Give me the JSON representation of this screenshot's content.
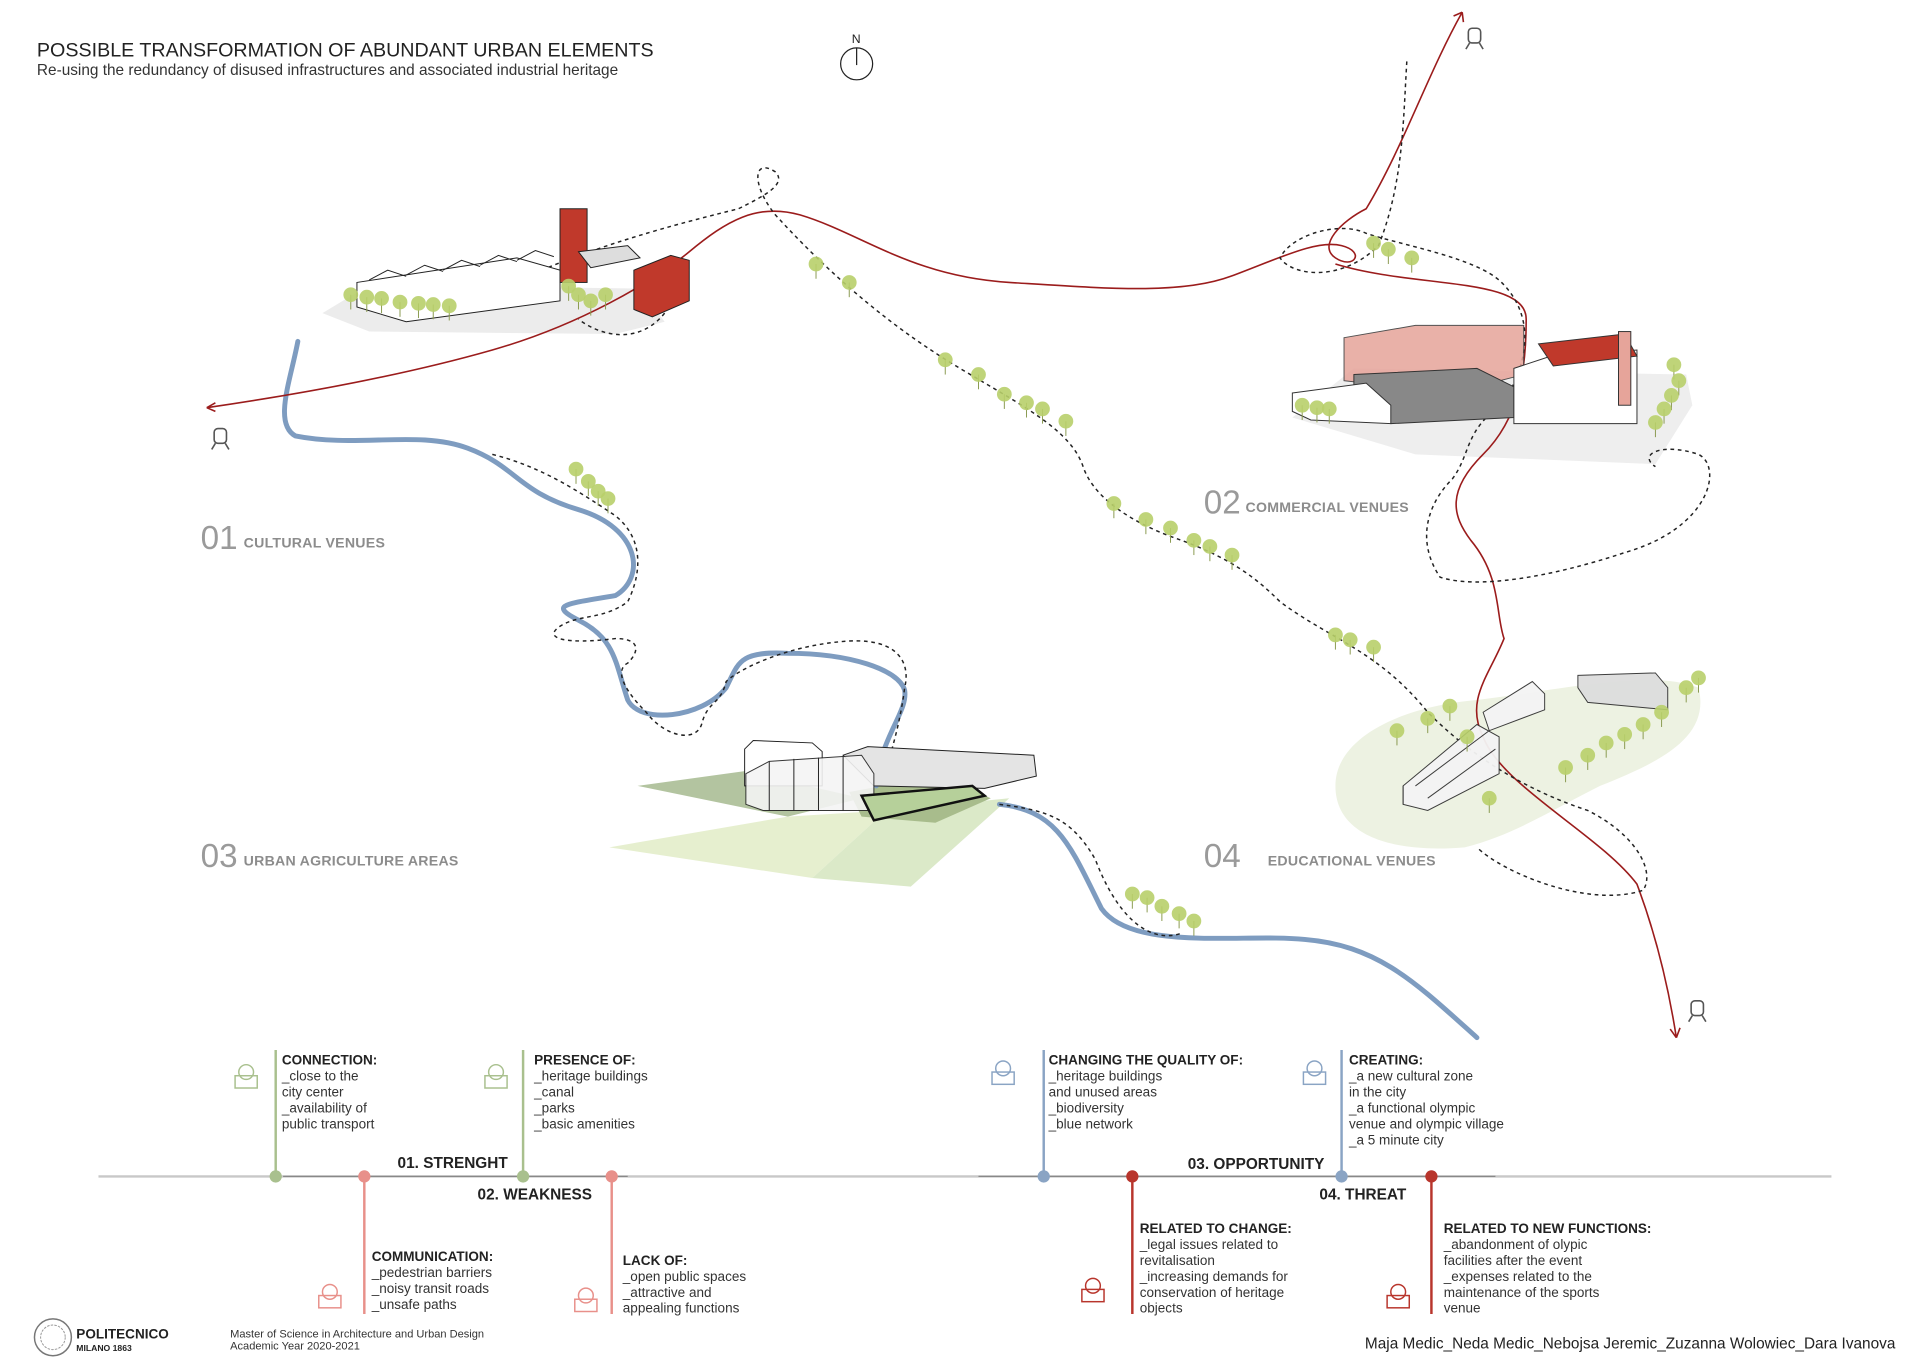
{
  "header": {
    "title": "POSSIBLE TRANSFORMATION OF ABUNDANT URBAN ELEMENTS",
    "subtitle": "Re-using the redundancy of disused infrastructures and associated industrial heritage",
    "north_label": "N"
  },
  "venues": [
    {
      "number": "01",
      "label": "CULTURAL VENUES"
    },
    {
      "number": "02",
      "label": "COMMERCIAL VENUES"
    },
    {
      "number": "03",
      "label": "URBAN AGRICULTURE AREAS"
    },
    {
      "number": "04",
      "label": "EDUCATIONAL VENUES"
    }
  ],
  "swot": {
    "sections": [
      "01. STRENGHT",
      "02. WEAKNESS",
      "03. OPPORTUNITY",
      "04. THREAT"
    ],
    "items": [
      {
        "heading": "CONNECTION:",
        "lines": [
          "_close to the",
          "city center",
          "_availability of",
          "public transport"
        ],
        "icon": "network-icon",
        "color": "#a9c08e"
      },
      {
        "heading": "COMMUNICATION:",
        "lines": [
          "_pedestrian barriers",
          "_noisy transit roads",
          "_unsafe paths"
        ],
        "icon": "pedestrian-barrier-icon",
        "color": "#e8908a"
      },
      {
        "heading": "PRESENCE OF:",
        "lines": [
          "_heritage buildings",
          "_canal",
          "_parks",
          "_basic amenities"
        ],
        "icon": "trees-icon",
        "color": "#a9c08e"
      },
      {
        "heading": "LACK OF:",
        "lines": [
          "_open public spaces",
          "_attractive and",
          "appealing functions"
        ],
        "icon": "buildings-icon",
        "color": "#e8908a"
      },
      {
        "heading": "CHANGING THE QUALITY OF:",
        "lines": [
          "_heritage buildings",
          "and unused areas",
          "_biodiversity",
          "_blue network"
        ],
        "icon": "globe-location-icon",
        "color": "#8aa4c4"
      },
      {
        "heading": "RELATED TO CHANGE:",
        "lines": [
          "_legal issues related to",
          "revitalisation",
          "_increasing demands for",
          "conservation of heritage",
          "objects"
        ],
        "icon": "law-building-icon",
        "color": "#b8352c"
      },
      {
        "heading": "CREATING:",
        "lines": [
          "_a new cultural zone",
          "in the city",
          "_a functional olympic",
          "venue and olympic village",
          "_a 5 minute city"
        ],
        "icon": "olympic-location-icon",
        "color": "#8aa4c4"
      },
      {
        "heading": "RELATED TO NEW FUNCTIONS:",
        "lines": [
          "_abandonment of olypic",
          "facilities after the event",
          "_expenses related to the",
          "maintenance of the sports",
          "venue"
        ],
        "icon": "crossed-athletes-icon",
        "color": "#b8352c"
      }
    ]
  },
  "footer": {
    "logo_name": "POLITECNICO",
    "logo_sub": "MILANO 1863",
    "program": "Master of Science in Architecture and Urban Design",
    "year": "Academic Year 2020-2021",
    "authors": "Maja Medic_Neda Medic_Nebojsa Jeremic_Zuzanna Wolowiec_Dara Ivanova"
  },
  "colors": {
    "river": "#7e9cc0",
    "route": "#9b1c1c",
    "tree": "#b8cf6a",
    "heritage_red": "#c0392b"
  }
}
